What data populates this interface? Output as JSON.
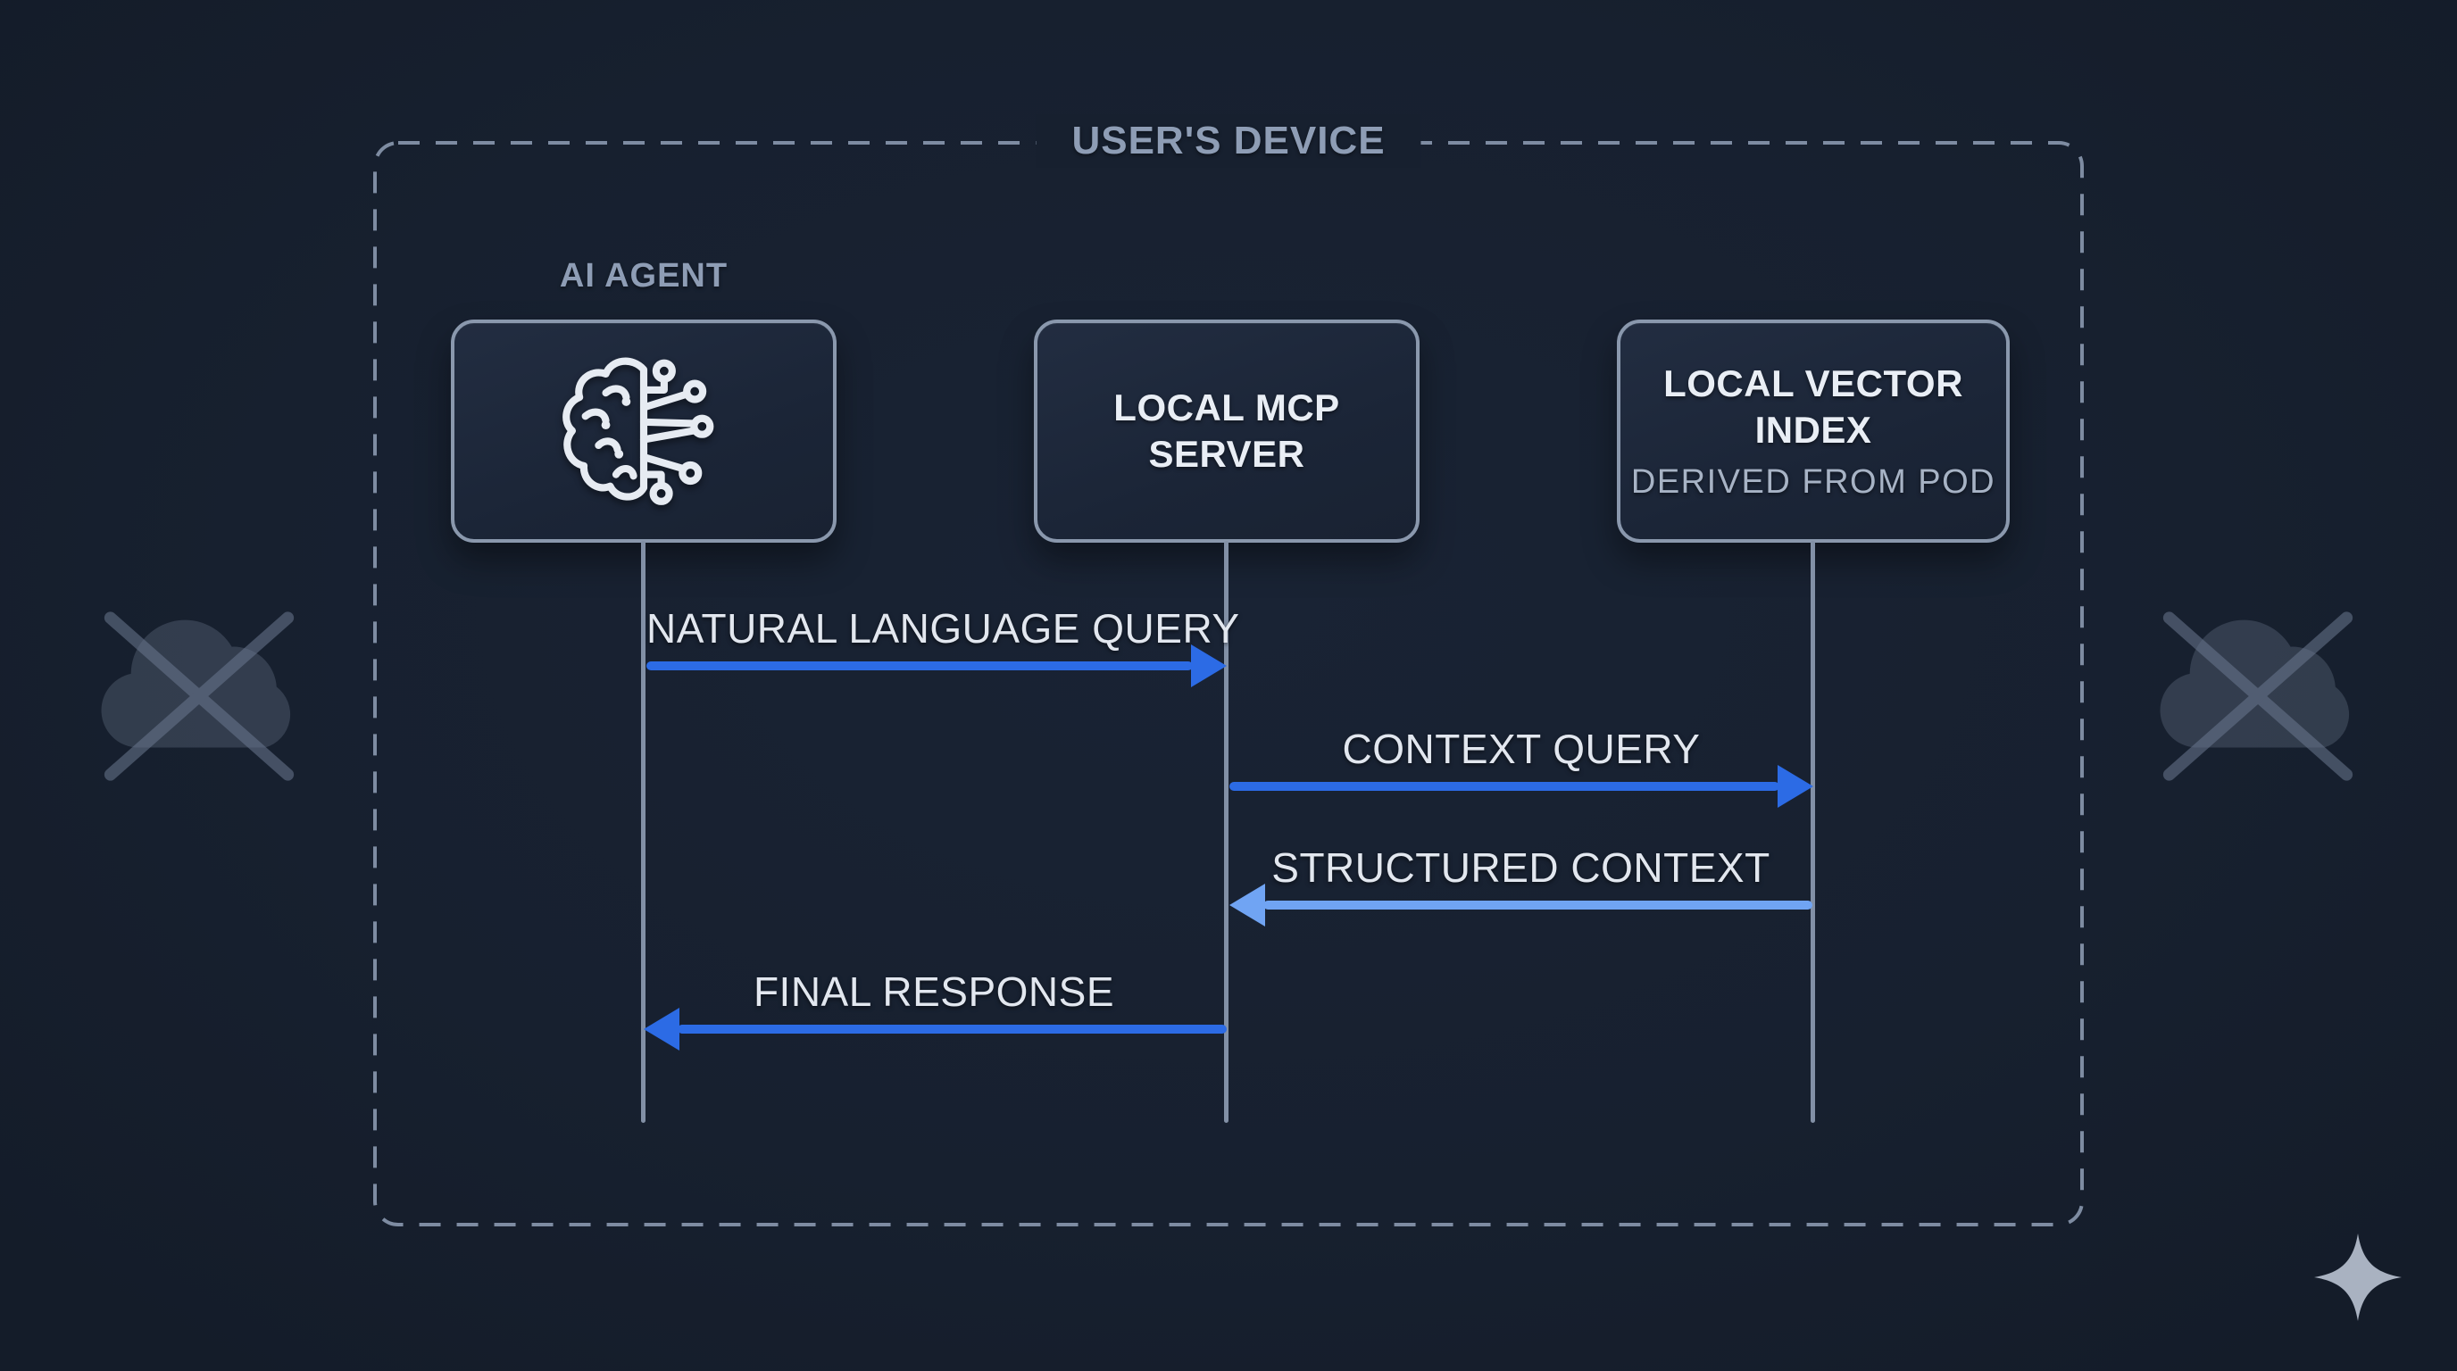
{
  "frame": {
    "title": "USER'S DEVICE"
  },
  "nodes": {
    "ai_agent": {
      "label": "AI AGENT",
      "icon": "brain-circuit-icon"
    },
    "mcp_server": {
      "title": "LOCAL MCP SERVER"
    },
    "vector_index": {
      "title": "LOCAL VECTOR INDEX",
      "subtitle": "DERIVED FROM POD"
    }
  },
  "messages": [
    {
      "label": "NATURAL LANGUAGE QUERY",
      "from": "AI AGENT",
      "to": "LOCAL MCP SERVER",
      "direction": "right"
    },
    {
      "label": "CONTEXT QUERY",
      "from": "LOCAL MCP SERVER",
      "to": "LOCAL VECTOR INDEX",
      "direction": "right"
    },
    {
      "label": "STRUCTURED CONTEXT",
      "from": "LOCAL VECTOR INDEX",
      "to": "LOCAL MCP SERVER",
      "direction": "left"
    },
    {
      "label": "FINAL RESPONSE",
      "from": "LOCAL MCP SERVER",
      "to": "AI AGENT",
      "direction": "left"
    }
  ],
  "decorations": [
    {
      "icon": "no-cloud-icon",
      "position": "left"
    },
    {
      "icon": "no-cloud-icon",
      "position": "right"
    },
    {
      "icon": "sparkle-icon",
      "position": "bottom-right"
    }
  ],
  "colors": {
    "background": "#17202f",
    "frame_border": "#7e8ca2",
    "node_border": "#8a98ad",
    "node_title": "#e9eef5",
    "muted_label": "#8e9db5",
    "subtitle": "#a7b3c5",
    "arrow_primary": "#2c6be5",
    "arrow_secondary": "#70a4f3",
    "lifeline": "#8290a6",
    "cloud": "#5a6679",
    "sparkle": "#a9b2c1"
  }
}
